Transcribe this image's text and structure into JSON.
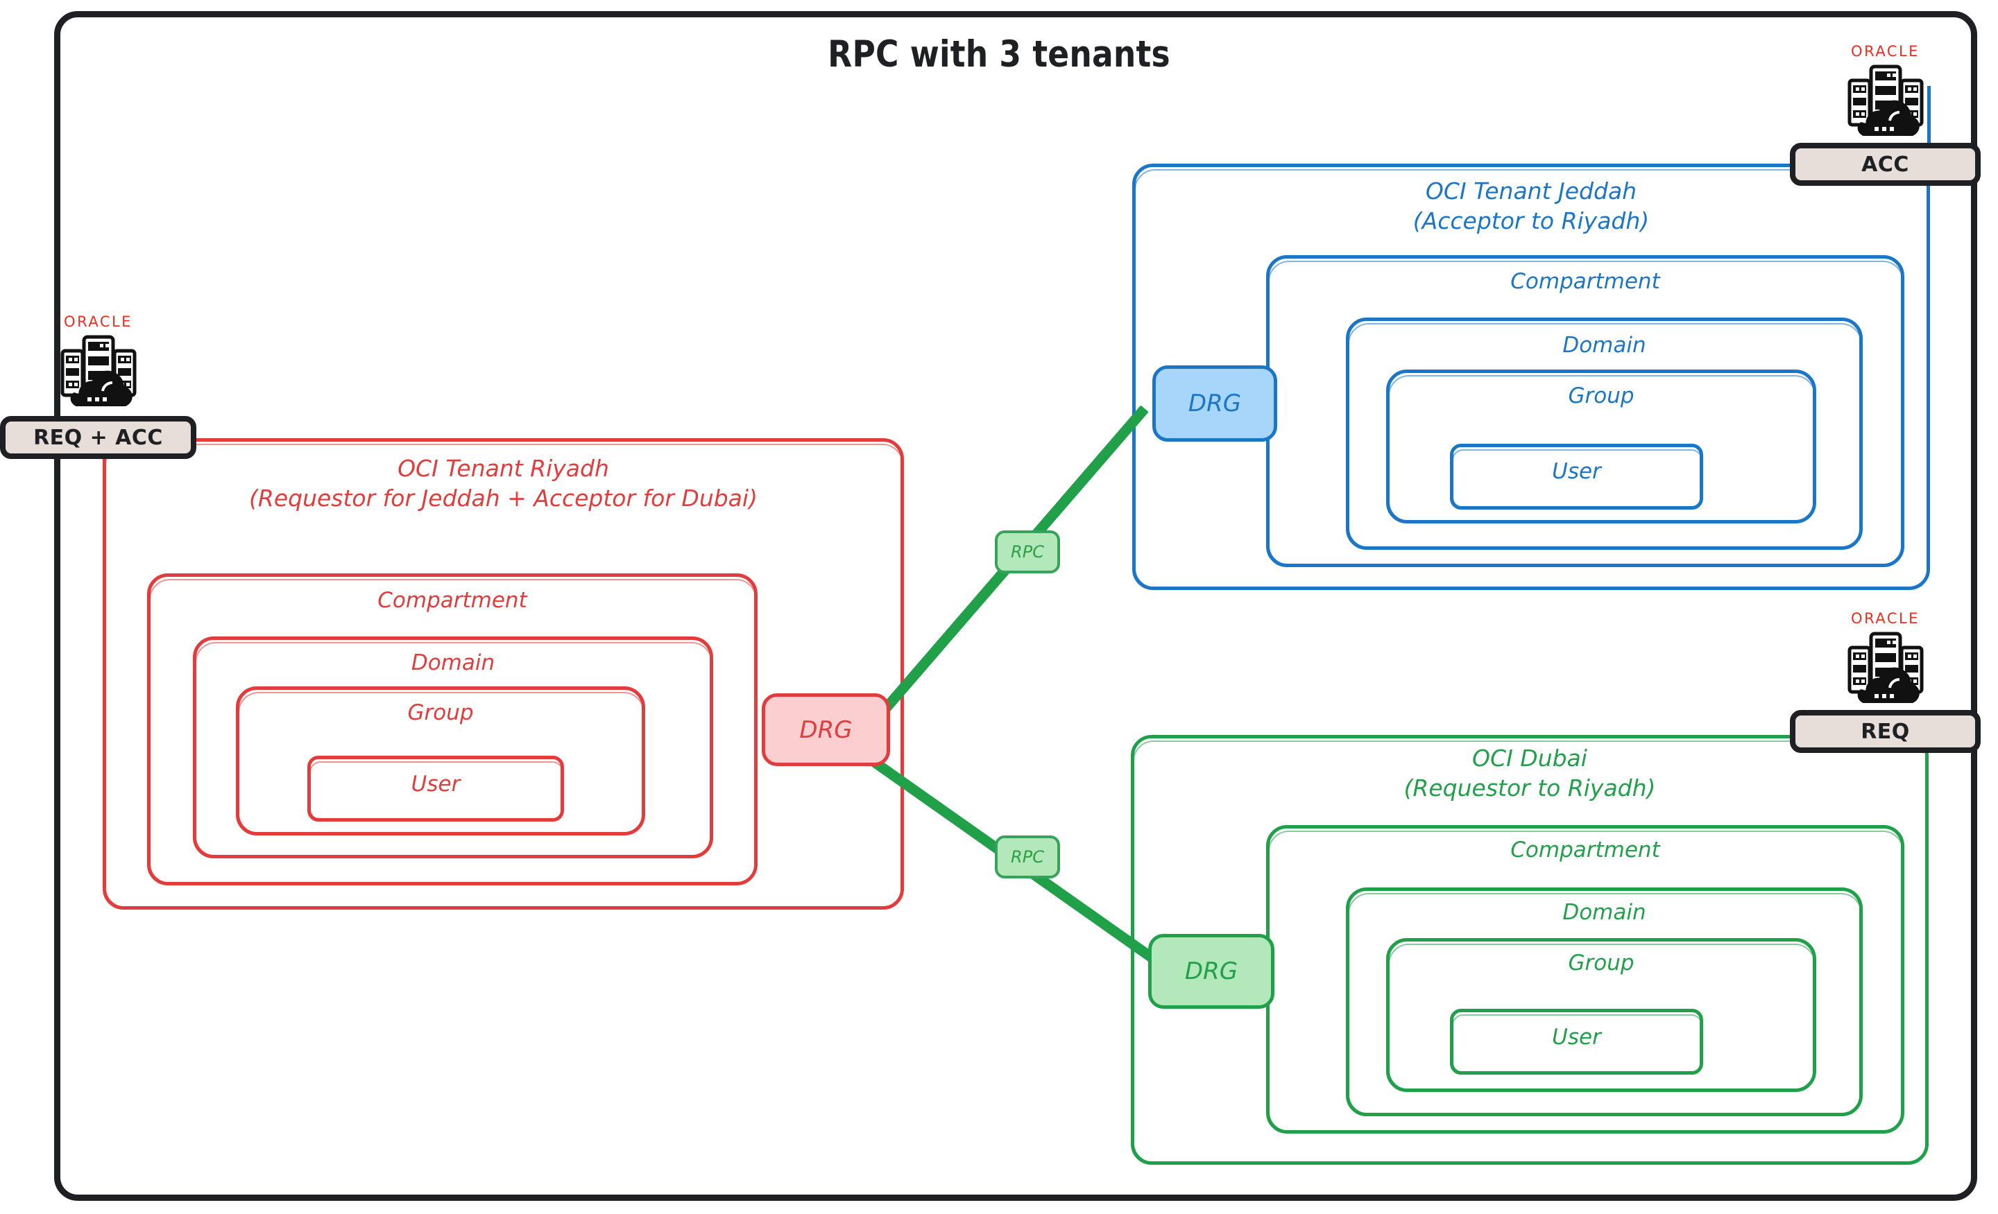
{
  "diagram": {
    "title": "RPC with 3 tenants",
    "frame_color": "#1f2023",
    "background": "#ffffff"
  },
  "badges": [
    {
      "id": "req-acc",
      "label": "REQ + ACC",
      "brand": "ORACLE",
      "brand_color": "#f02d1d",
      "plate_color": "#e8ded9",
      "icon": "oracle-datacenter-cloud-icon",
      "belongs_to": "OCI Tenant Riyadh"
    },
    {
      "id": "acc",
      "label": "ACC",
      "brand": "ORACLE",
      "brand_color": "#f02d1d",
      "plate_color": "#e8ded9",
      "icon": "oracle-datacenter-cloud-icon",
      "belongs_to": "OCI Tenant Jeddah"
    },
    {
      "id": "req",
      "label": "REQ",
      "brand": "ORACLE",
      "brand_color": "#f02d1d",
      "plate_color": "#e8ded9",
      "icon": "oracle-datacenter-cloud-icon",
      "belongs_to": "OCI Dubai"
    }
  ],
  "tenants": [
    {
      "id": "riyadh",
      "color": "#e23c3c",
      "title_line1": "OCI Tenant Riyadh",
      "title_line2": "(Requestor for Jeddah + Acceptor for Dubai)",
      "title": "OCI Tenant Riyadh\n(Requestor for Jeddah + Acceptor for Dubai)",
      "nested": [
        "Compartment",
        "Domain",
        "Group",
        "User"
      ],
      "gateway": "DRG",
      "gateway_fill": "#fbcfcf"
    },
    {
      "id": "jeddah",
      "color": "#1b76c8",
      "title_line1": "OCI Tenant Jeddah",
      "title_line2": "(Acceptor to Riyadh)",
      "title": "OCI Tenant Jeddah\n(Acceptor to Riyadh)",
      "nested": [
        "Compartment",
        "Domain",
        "Group",
        "User"
      ],
      "gateway": "DRG",
      "gateway_fill": "#a8d6fb"
    },
    {
      "id": "dubai",
      "color": "#21a04a",
      "title_line1": "OCI Dubai",
      "title_line2": "(Requestor to Riyadh)",
      "title": "OCI Dubai\n(Requestor to Riyadh)",
      "nested": [
        "Compartment",
        "Domain",
        "Group",
        "User"
      ],
      "gateway": "DRG",
      "gateway_fill": "#b2e8ba"
    }
  ],
  "connections": [
    {
      "id": "riyadh-jeddah",
      "label": "RPC",
      "from": "riyadh-drg",
      "to": "jeddah-drg",
      "color": "#21a04a"
    },
    {
      "id": "riyadh-dubai",
      "label": "RPC",
      "from": "riyadh-drg",
      "to": "dubai-drg",
      "color": "#21a04a"
    }
  ],
  "labels": {
    "compartment": "Compartment",
    "domain": "Domain",
    "group": "Group",
    "user": "User",
    "drg": "DRG",
    "rpc": "RPC"
  }
}
